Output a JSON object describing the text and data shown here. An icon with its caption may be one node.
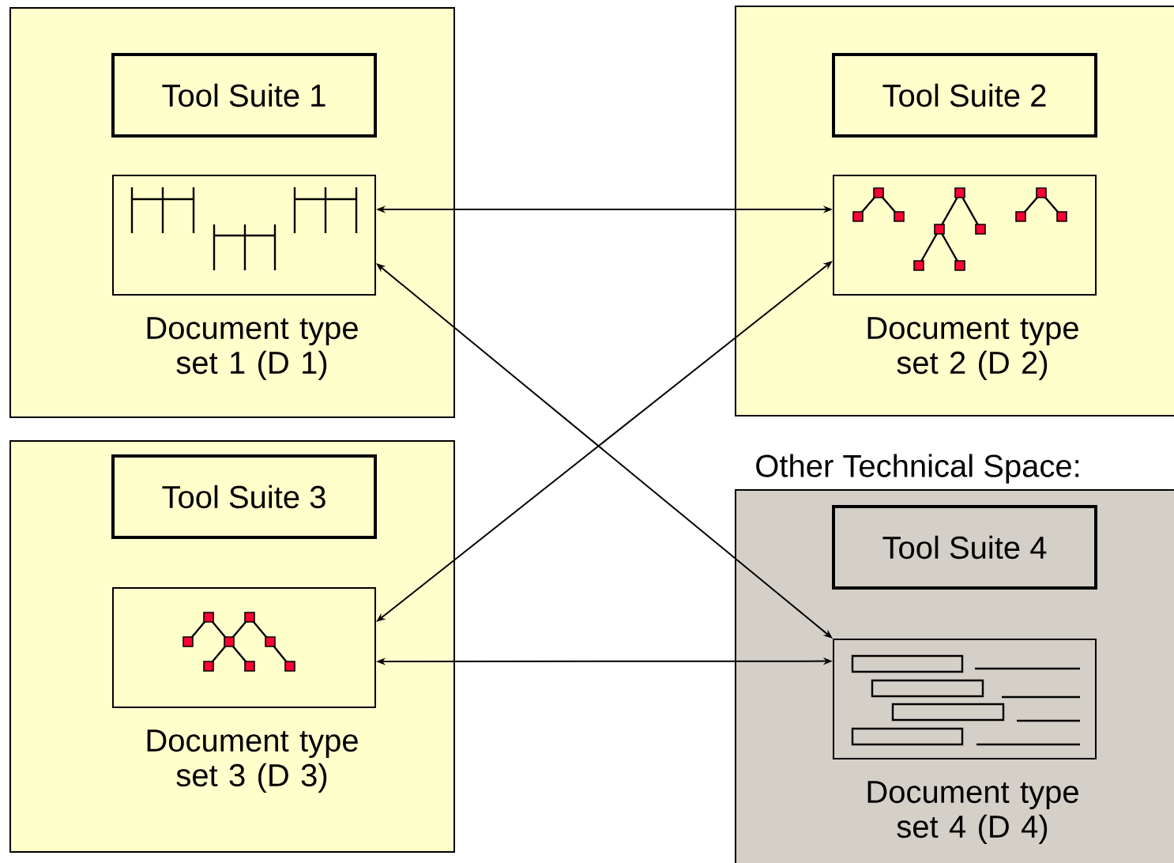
{
  "diagram": {
    "nodes": [
      {
        "text": [],
        "shape": "box"
      },
      {
        "text": [
          "Tool Suite 1"
        ],
        "in": 0
      },
      {
        "text": [
          "Document type set 1 (D 1)"
        ],
        "in": 0
      },
      {
        "text": [],
        "shape": "box"
      },
      {
        "text": [
          "Tool Suite 2"
        ],
        "in": 3
      },
      {
        "text": [
          "Document type set 2 (D 2)"
        ],
        "in": 3
      },
      {
        "text": [],
        "shape": "box"
      },
      {
        "text": [
          "Tool Suite 3"
        ],
        "in": 6
      },
      {
        "text": [
          "Document type set 3 (D 3)"
        ],
        "in": 6
      },
      {
        "text": [
          "Other Technical Space:"
        ]
      },
      {
        "text": [
          "Tool Suite 4"
        ],
        "in": 9
      },
      {
        "text": [
          "Document type set 4 (D 4)"
        ],
        "in": 9
      }
    ],
    "edges": [
      {
        "from": 2,
        "to": 5,
        "arrow": "both"
      },
      {
        "from": 2,
        "to": 11,
        "arrow": "both"
      },
      {
        "from": 5,
        "to": 8,
        "arrow": "both"
      },
      {
        "from": 8,
        "to": 11,
        "arrow": "both"
      }
    ]
  }
}
